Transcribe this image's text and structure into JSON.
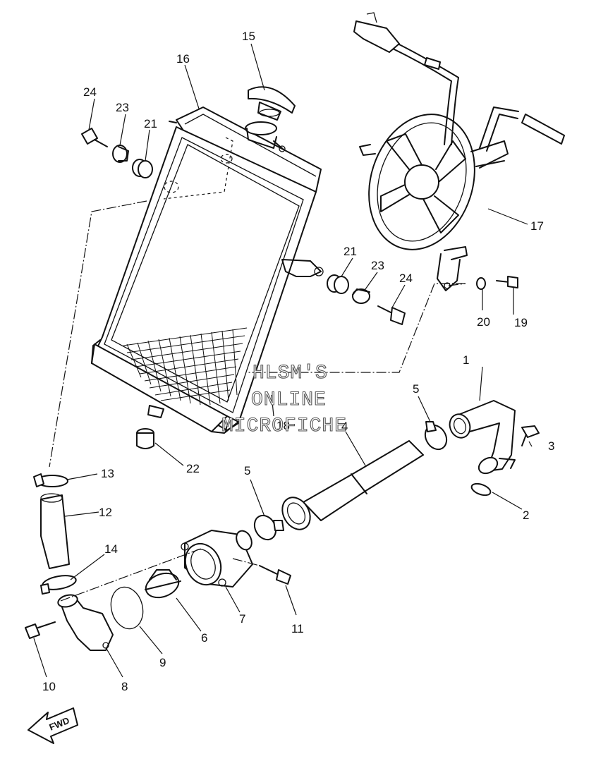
{
  "watermark": {
    "line1": "HLSM'S",
    "line2": "ONLINE",
    "line3": "MICROFICHE"
  },
  "direction_marker": "FWD",
  "callouts": [
    "1",
    "2",
    "3",
    "4",
    "5",
    "5",
    "6",
    "7",
    "8",
    "9",
    "10",
    "11",
    "12",
    "13",
    "14",
    "15",
    "16",
    "17",
    "18",
    "19",
    "20",
    "21",
    "21",
    "22",
    "23",
    "23",
    "24",
    "24"
  ]
}
